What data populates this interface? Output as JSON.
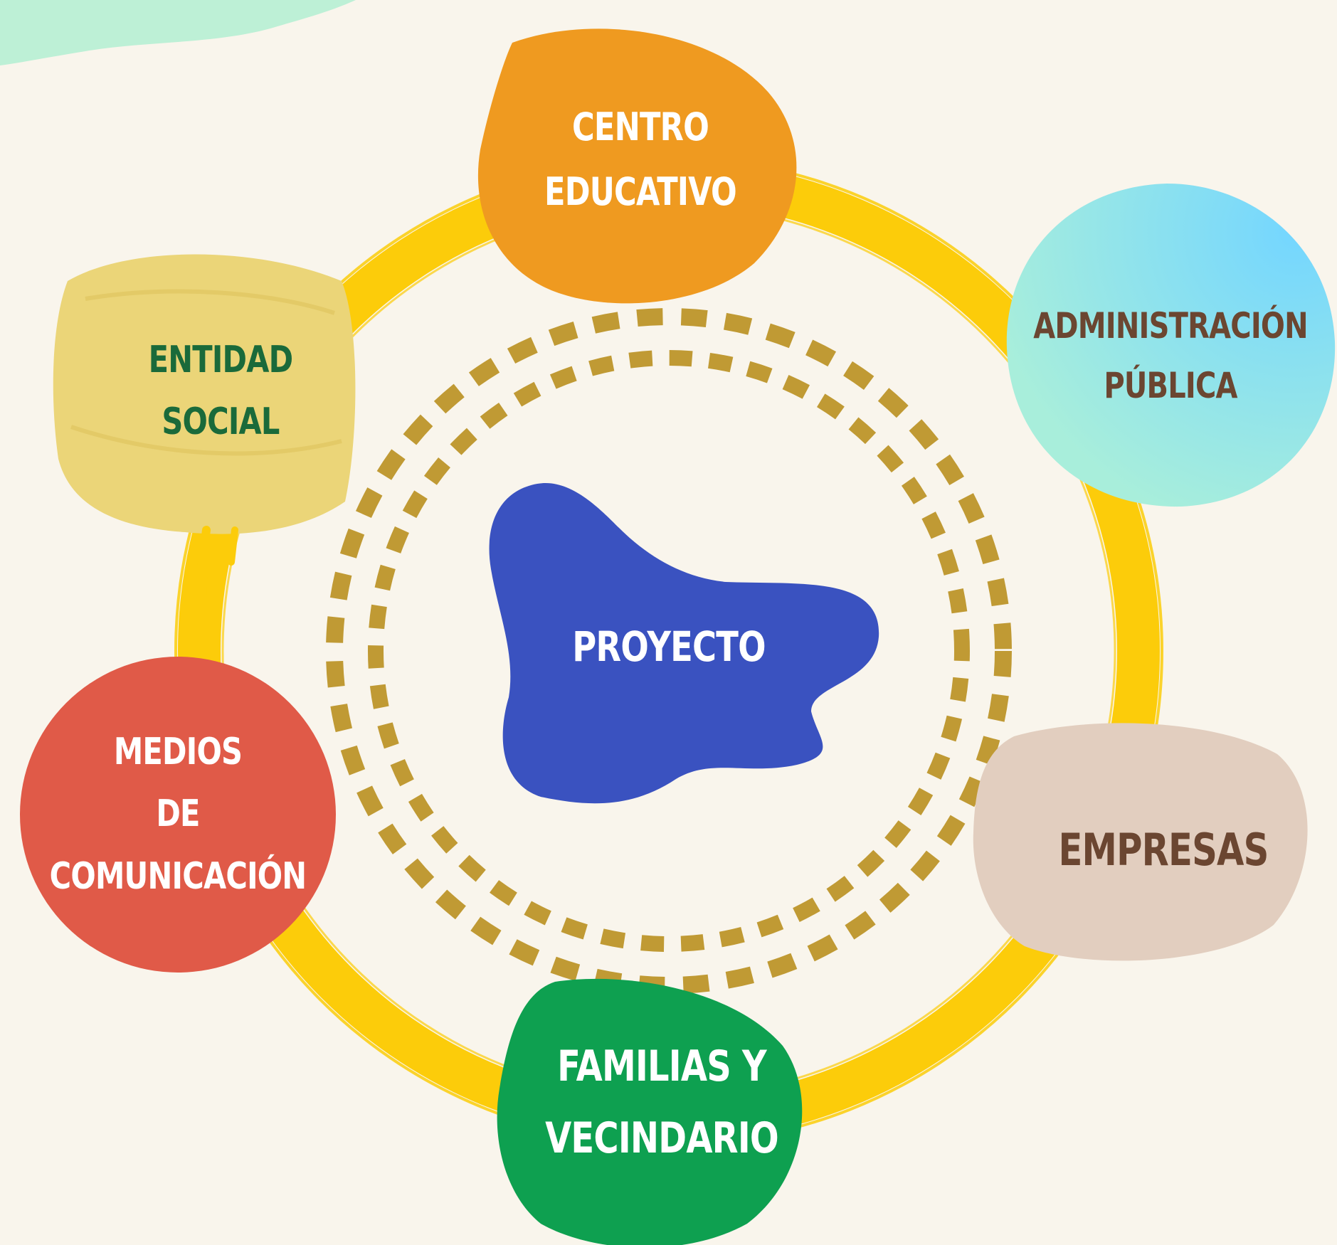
{
  "diagram": {
    "center": {
      "lines": [
        "PROYECTO"
      ],
      "color": "#3A52C0"
    },
    "nodes": [
      {
        "id": "centro-educativo",
        "lines": [
          "CENTRO",
          "EDUCATIVO"
        ],
        "color": "#EF9A20",
        "text_color": "#FFFFFF"
      },
      {
        "id": "administracion-publica",
        "lines": [
          "ADMINISTRACIÓN",
          "PÚBLICA"
        ],
        "color": "#7FD8F0",
        "text_color": "#6B4631"
      },
      {
        "id": "empresas",
        "lines": [
          "EMPRESAS"
        ],
        "color": "#E2CEBF",
        "text_color": "#6B4631"
      },
      {
        "id": "familias-vecindario",
        "lines": [
          "FAMILIAS Y",
          "VECINDARIO"
        ],
        "color": "#0EA050",
        "text_color": "#FFFFFF"
      },
      {
        "id": "medios-comunicacion",
        "lines": [
          "MEDIOS",
          "DE",
          "COMUNICACIÓN"
        ],
        "color": "#E05A48",
        "text_color": "#FFFFFF"
      },
      {
        "id": "entidad-social",
        "lines": [
          "ENTIDAD",
          "SOCIAL"
        ],
        "color": "#EBD578",
        "text_color": "#1A6A3A"
      }
    ],
    "ring_color": "#FCCC0A",
    "dash_color": "#C09A34",
    "corner_accent_color": "#BDF0D6",
    "background_color": "#F9F5EC"
  }
}
